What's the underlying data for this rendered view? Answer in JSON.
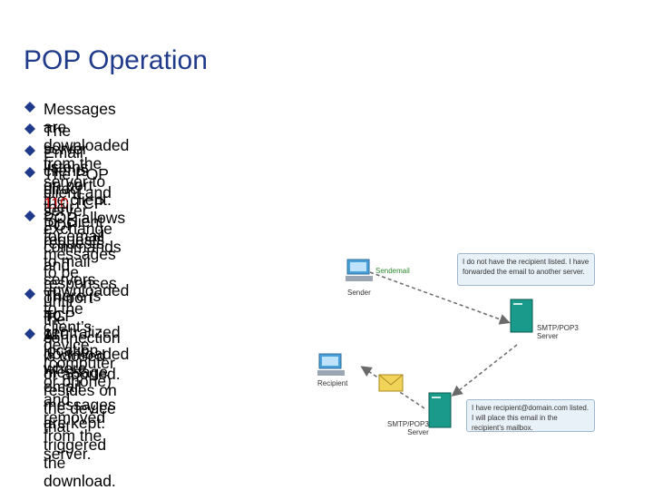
{
  "slide": {
    "title": "POP Operation",
    "bullets": [
      {
        "pre": "Messages are downloaded from the server to the client.",
        "port": "",
        "post": ""
      },
      {
        "pre": "The server listens on port ",
        "port": "110",
        "post": " TCP for client requests."
      },
      {
        "pre": "Email clients direct their POP requests to mail servers on port TCP 110.",
        "port": "",
        "post": ""
      },
      {
        "lines": [
          "The POP client and server exchange commands and responses until",
          "the connection is closed or aborted."
        ]
      },
      {
        "lines": [
          "POP allows for email messages",
          "to be downloaded to the client’s",
          "device (computer or phone) and",
          "removed from the server."
        ]
      },
      {
        "lines": [
          "There is no centralized location",
          "where email messages are kept."
        ]
      },
      {
        "lines": [
          "A downloaded message resides on",
          "the device that triggered the download."
        ]
      }
    ]
  },
  "diagram": {
    "sender_label": "Sender",
    "sendmail_label": "Sendemail",
    "server1_label": "SMTP/POP3\nServer",
    "server2_label": "SMTP/POP3\nServer",
    "recipient_label": "Recipient",
    "callout1": "I do not have the recipient listed. I have forwarded the email to another server.",
    "callout2": "I have recipient@domain.com listed. I will place this email in the recipient’s mailbox.",
    "colors": {
      "accent_text": "#cc0000",
      "title": "#1f3a8a",
      "server": "#1a9a8a",
      "arrow": "#6a6a6a"
    }
  }
}
